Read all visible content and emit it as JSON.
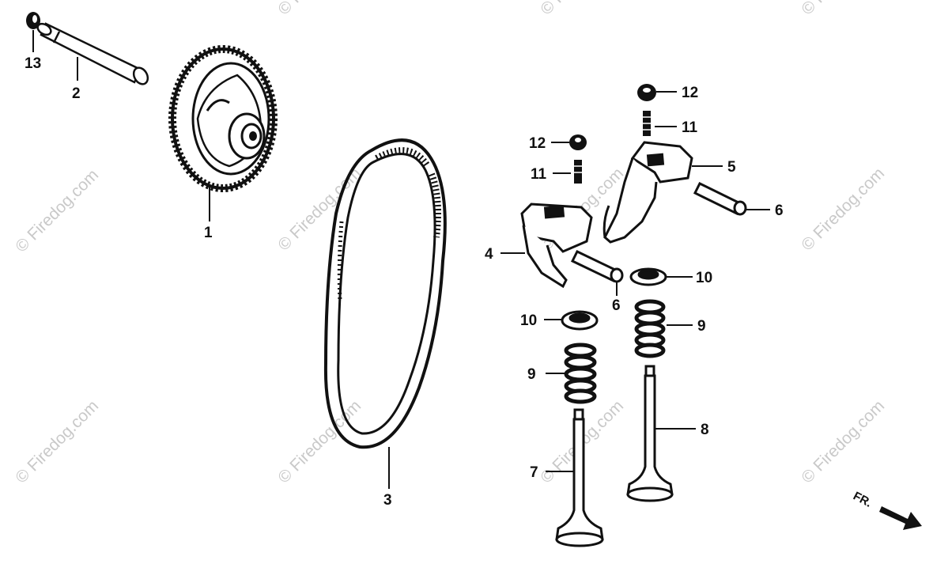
{
  "diagram": {
    "callouts": {
      "l1": "1",
      "l2": "2",
      "l3": "3",
      "l4": "4",
      "l5": "5",
      "l6a": "6",
      "l6b": "6",
      "l7": "7",
      "l8": "8",
      "l9a": "9",
      "l9b": "9",
      "l10a": "10",
      "l10b": "10",
      "l11a": "11",
      "l11b": "11",
      "l12a": "12",
      "l12b": "12",
      "l13": "13"
    },
    "direction_label": "FR.",
    "watermark": "© Firedog.com"
  }
}
